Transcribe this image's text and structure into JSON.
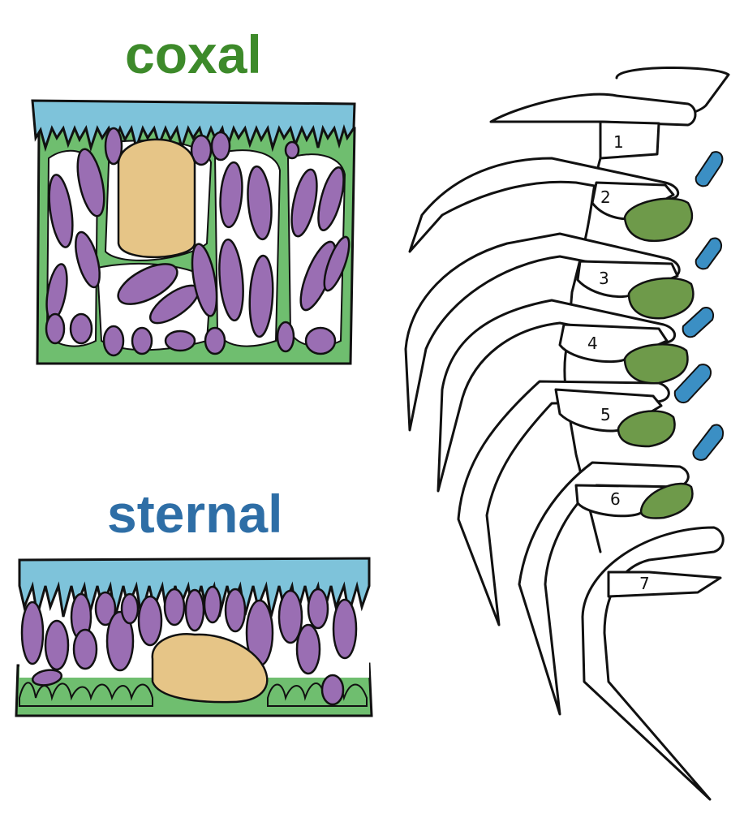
{
  "labels": {
    "coxal": "coxal",
    "sternal": "sternal"
  },
  "colors": {
    "coxal_title": "#3d8a2a",
    "sternal_title": "#2e6ea6",
    "epithelium_blue": "#7ec3da",
    "connective_green": "#6fbe6f",
    "cell_purple": "#9a6eb3",
    "nucleus_tan": "#e6c587",
    "gland_green": "#6e9a4a",
    "gland_blue": "#3b8fc4"
  },
  "segments": [
    {
      "label": "1",
      "coxal_gland": false,
      "sternal_gland": true
    },
    {
      "label": "2",
      "coxal_gland": true,
      "sternal_gland": true
    },
    {
      "label": "3",
      "coxal_gland": true,
      "sternal_gland": true
    },
    {
      "label": "4",
      "coxal_gland": true,
      "sternal_gland": true
    },
    {
      "label": "5",
      "coxal_gland": true,
      "sternal_gland": true
    },
    {
      "label": "6",
      "coxal_gland": true,
      "sternal_gland": false
    },
    {
      "label": "7",
      "coxal_gland": false,
      "sternal_gland": false
    }
  ]
}
